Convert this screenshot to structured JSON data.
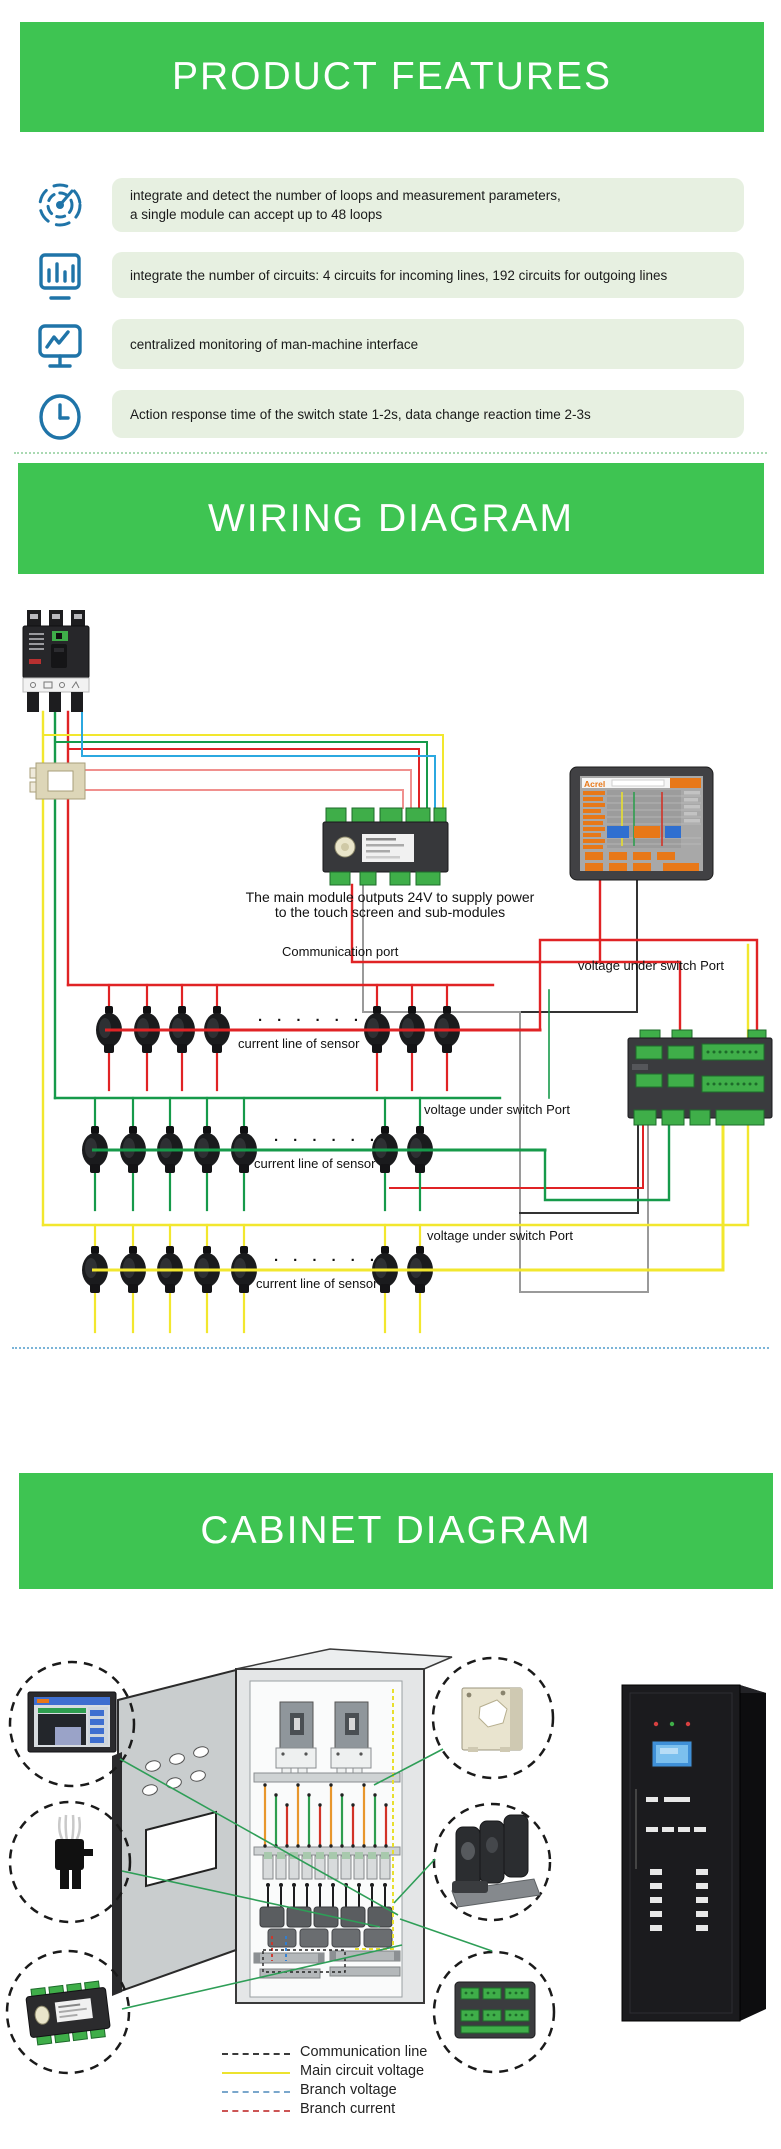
{
  "sections": {
    "product_features": {
      "title": "PRODUCT FEATURES"
    },
    "wiring_diagram": {
      "title": "WIRING DIAGRAM"
    },
    "cabinet_diagram": {
      "title": "CABINET DIAGRAM"
    }
  },
  "features": [
    {
      "icon": "gauge-icon",
      "lines": [
        "integrate and detect the number of loops and measurement parameters,",
        "a single module can accept up to 48 loops"
      ]
    },
    {
      "icon": "bar-chart-icon",
      "lines": [
        "integrate the number of circuits: 4 circuits for incoming lines, 192 circuits for outgoing lines"
      ]
    },
    {
      "icon": "monitor-icon",
      "lines": [
        "centralized monitoring of man-machine interface"
      ]
    },
    {
      "icon": "clock-icon",
      "lines": [
        "Action response time of the switch state 1-2s, data change reaction time 2-3s"
      ]
    }
  ],
  "wiring": {
    "note_line1": "The main module outputs 24V to supply power",
    "note_line2": "to the touch screen and sub-modules",
    "communication_port": "Communication port",
    "voltage_port": "voltage under switch Port",
    "current_line": "current line of sensor",
    "touchscreen_brand": "Acrel",
    "dots": "· · · · · ·"
  },
  "legend": {
    "items": [
      {
        "label": "Communication line",
        "color": "#3a3a3a",
        "style": "dashed"
      },
      {
        "label": "Main circuit voltage",
        "color": "#ece32f",
        "style": "solid"
      },
      {
        "label": "Branch voltage",
        "color": "#7aa7cc",
        "style": "dashed"
      },
      {
        "label": "Branch current",
        "color": "#cc5555",
        "style": "dashed"
      }
    ]
  },
  "colors": {
    "banner_green": "#3ec452",
    "feature_box": "#e7f0e1",
    "icon_blue": "#1f74a8",
    "wire_yellow": "#f2e72e",
    "wire_green": "#169a4a",
    "wire_red": "#e02325",
    "wire_blue": "#2ba8e0",
    "wire_pink": "#f0908e"
  }
}
